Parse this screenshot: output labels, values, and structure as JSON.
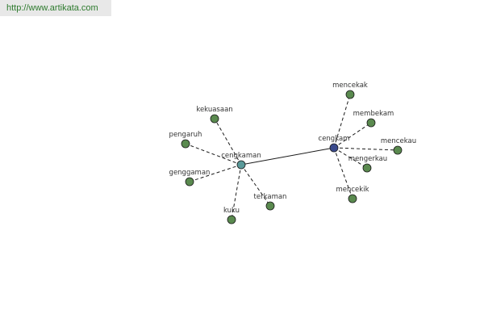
{
  "watermark": "http://www.artikata.com",
  "colors": {
    "leaf": "#5a8a4f",
    "hub_primary": "#3a4a8c",
    "hub_secondary": "#5a9a9a",
    "stroke": "#1a1a1a"
  },
  "hubs": [
    {
      "id": "pengkaman",
      "label": "cengkaman"
    },
    {
      "id": "pengkap",
      "label": "cengkam"
    }
  ],
  "leaves": [
    {
      "id": "kekuasaan",
      "label": "kekuasaan",
      "hub": "pengkaman"
    },
    {
      "id": "pengaruh",
      "label": "pengaruh",
      "hub": "pengkaman"
    },
    {
      "id": "genggaman",
      "label": "genggaman",
      "hub": "pengkaman"
    },
    {
      "id": "kuku",
      "label": "kuku",
      "hub": "pengkaman"
    },
    {
      "id": "terkaman",
      "label": "terkaman",
      "hub": "pengkaman"
    },
    {
      "id": "mencekak",
      "label": "mencekak",
      "hub": "pengkap"
    },
    {
      "id": "membekam",
      "label": "membekam",
      "hub": "pengkap"
    },
    {
      "id": "mencekau",
      "label": "mencekau",
      "hub": "pengkap"
    },
    {
      "id": "mengerkau",
      "label": "mengerkau",
      "hub": "pengkap"
    },
    {
      "id": "mencekik",
      "label": "mencekik",
      "hub": "pengkap"
    }
  ]
}
